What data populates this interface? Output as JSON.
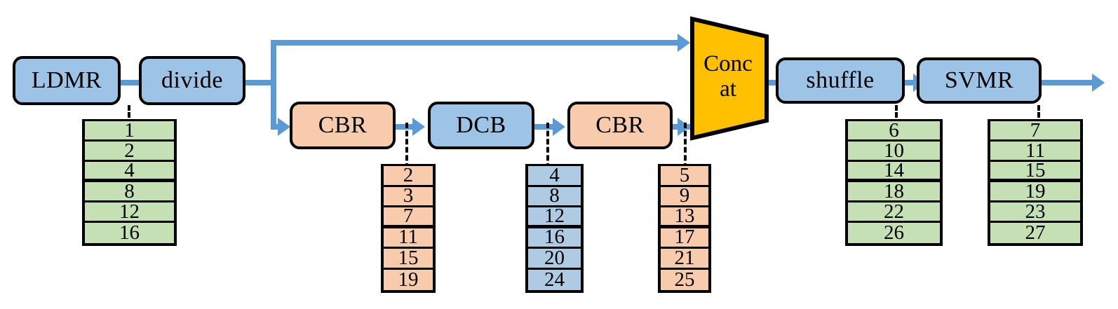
{
  "diagram": {
    "title": "LDMR divide CBR DCB Concat shuffle SVMR channel-split pipeline",
    "colors": {
      "blue_fill": "#9DC3E6",
      "orange_fill": "#F8CBAD",
      "green_fill": "#C5E0B4",
      "blue_table_fill": "#AFCBE3",
      "yellow_fill": "#FFC000",
      "arrow_blue": "#5B9BD5",
      "outline": "#000000"
    },
    "blocks": {
      "ldmr": {
        "label": "LDMR",
        "type": "blue"
      },
      "divide": {
        "label": "divide",
        "type": "blue"
      },
      "cbr1": {
        "label": "CBR",
        "type": "orange"
      },
      "dcb": {
        "label": "DCB",
        "type": "blue"
      },
      "cbr2": {
        "label": "CBR",
        "type": "orange"
      },
      "concat": {
        "label_line1": "Conc",
        "label_line2": "at",
        "type": "trapezoid-yellow"
      },
      "shuffle": {
        "label": "shuffle",
        "type": "blue"
      },
      "svmr": {
        "label": "SVMR",
        "type": "blue"
      }
    },
    "tables": [
      {
        "id": "ldmr-values",
        "color": "green",
        "source_block": "ldmr",
        "values": [
          "1",
          "2",
          "4",
          "8",
          "12",
          "16"
        ],
        "thick_separator_after_index": 2
      },
      {
        "id": "cbr1-values",
        "color": "orange",
        "source_block": "cbr1",
        "values": [
          "2",
          "3",
          "7",
          "11",
          "15",
          "19"
        ],
        "thick_separator_after_index": 2
      },
      {
        "id": "dcb-values",
        "color": "blue",
        "source_block": "dcb",
        "values": [
          "4",
          "8",
          "12",
          "16",
          "20",
          "24"
        ],
        "thick_separator_after_index": 2
      },
      {
        "id": "cbr2-values",
        "color": "orange",
        "source_block": "cbr2",
        "values": [
          "5",
          "9",
          "13",
          "17",
          "21",
          "25"
        ],
        "thick_separator_after_index": 2
      },
      {
        "id": "shuffle-values",
        "color": "green",
        "source_block": "shuffle",
        "values": [
          "6",
          "10",
          "14",
          "18",
          "22",
          "26"
        ],
        "thick_separator_after_index": 2
      },
      {
        "id": "svmr-values",
        "color": "green",
        "source_block": "svmr",
        "values": [
          "7",
          "11",
          "15",
          "19",
          "23",
          "27"
        ],
        "thick_separator_after_index": 2
      }
    ]
  }
}
